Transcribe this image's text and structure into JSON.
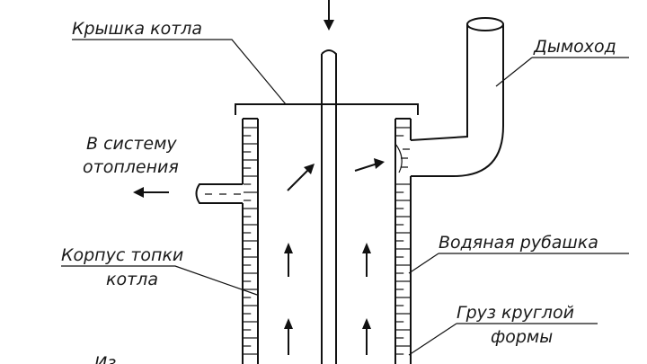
{
  "labels": {
    "lid": "Крышка котла",
    "chimney": "Дымоход",
    "heating_line1": "В систему",
    "heating_line2": "отопления",
    "firebox_line1": "Корпус топки",
    "firebox_line2": "котла",
    "water_jacket": "Водяная рубашка",
    "weight_line1": "Груз круглой",
    "weight_line2": "формы",
    "cut_bottom": "Из"
  }
}
